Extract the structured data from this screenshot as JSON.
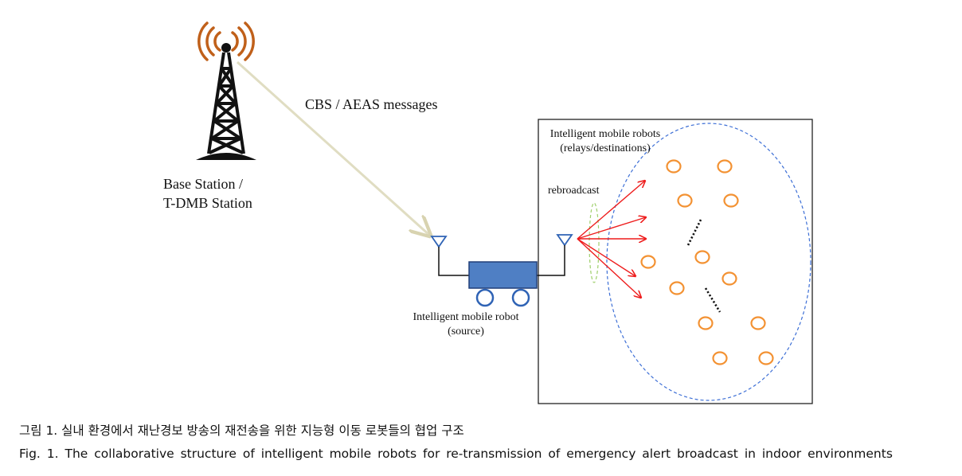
{
  "diagram": {
    "base_station_label_1": "Base Station /",
    "base_station_label_2": "T-DMB Station",
    "link_label": "CBS / AEAS messages",
    "relays_label_1": "Intelligent mobile robots",
    "relays_label_2": "(relays/destinations)",
    "rebroadcast_label": "rebroadcast",
    "source_label_1": "Intelligent mobile robot",
    "source_label_2": "(source)",
    "colors": {
      "tower": "#111111",
      "signal_waves": "#c0601a",
      "link_arrow": "#e0ddc2",
      "antenna": "#2f63b5",
      "robot_body": "#4f7fc4",
      "robot_outline": "#203f78",
      "rebroadcast_arrows": "#ee1c1c",
      "coverage_ellipse": "#3d6fd6",
      "robot_nodes": "#f39233",
      "rebroadcast_ellipse": "#9fcf6c"
    }
  },
  "caption": {
    "korean": "그림 1. 실내 환경에서 재난경보 방송의 재전송을 위한 지능형 이동 로봇들의 협업 구조",
    "english": "Fig. 1. The collaborative structure of intelligent mobile robots for re-transmission of emergency alert broadcast in indoor environments"
  }
}
